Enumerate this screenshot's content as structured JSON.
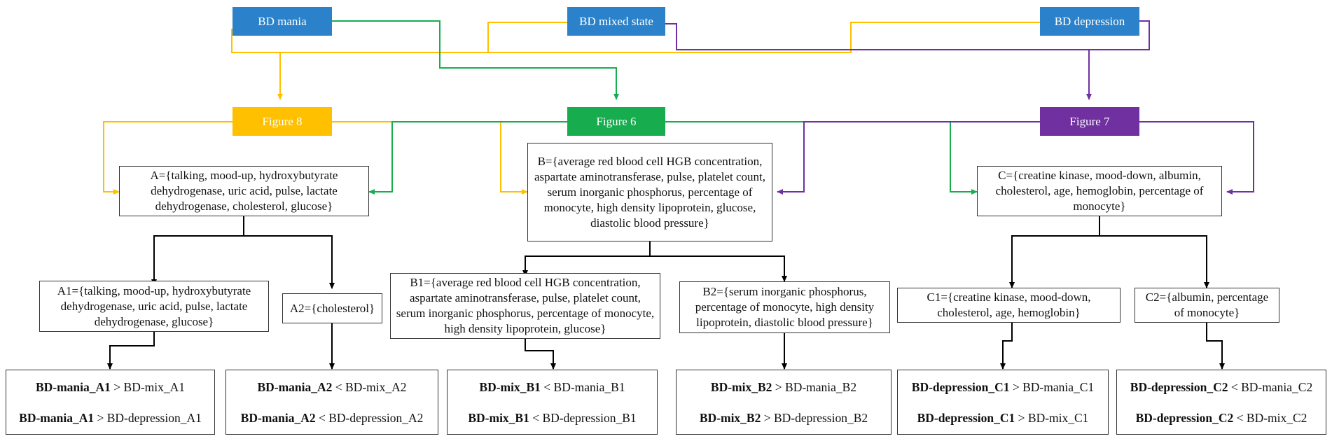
{
  "sources": {
    "mania": "BD mania",
    "mixed": "BD mixed state",
    "depression": "BD depression"
  },
  "figures": {
    "fig8": "Figure 8",
    "fig6": "Figure 6",
    "fig7": "Figure 7"
  },
  "sets": {
    "A": "A={talking, mood-up, hydroxybutyrate dehydrogenase, uric acid, pulse, lactate dehydrogenase, cholesterol, glucose}",
    "B": "B={average red blood cell HGB concentration, aspartate aminotransferase, pulse, platelet count, serum inorganic phosphorus, percentage of monocyte, high density lipoprotein, glucose, diastolic blood pressure}",
    "C": "C={creatine kinase, mood-down, albumin, cholesterol, age, hemoglobin, percentage of monocyte}",
    "A1": "A1={talking, mood-up, hydroxybutyrate dehydrogenase, uric acid, pulse, lactate dehydrogenase, glucose}",
    "A2": "A2={cholesterol}",
    "B1": "B1={average red blood cell HGB concentration, aspartate aminotransferase, pulse, platelet count, serum inorganic phosphorus, percentage of monocyte, high density lipoprotein, glucose}",
    "B2": "B2={serum inorganic phosphorus, percentage of monocyte, high density lipoprotein, diastolic blood pressure}",
    "C1": "C1={creatine kinase, mood-down, cholesterol, age, hemoglobin}",
    "C2": "C2={albumin, percentage of monocyte}"
  },
  "comparisons": {
    "A1": [
      {
        "bold": "BD-mania_A1",
        "op": " > ",
        "rest": "BD-mix_A1"
      },
      {
        "bold": "BD-mania_A1",
        "op": " > ",
        "rest": "BD-depression_A1"
      }
    ],
    "A2": [
      {
        "bold": "BD-mania_A2",
        "op": " < ",
        "rest": "BD-mix_A2"
      },
      {
        "bold": "BD-mania_A2",
        "op": " < ",
        "rest": "BD-depression_A2"
      }
    ],
    "B1": [
      {
        "bold": "BD-mix_B1",
        "op": " < ",
        "rest": "BD-mania_B1"
      },
      {
        "bold": "BD-mix_B1",
        "op": " < ",
        "rest": "BD-depression_B1"
      }
    ],
    "B2": [
      {
        "bold": "BD-mix_B2",
        "op": " > ",
        "rest": "BD-mania_B2"
      },
      {
        "bold": "BD-mix_B2",
        "op": " > ",
        "rest": "BD-depression_B2"
      }
    ],
    "C1": [
      {
        "bold": "BD-depression_C1",
        "op": " > ",
        "rest": "BD-mania_C1"
      },
      {
        "bold": "BD-depression_C1",
        "op": " > ",
        "rest": "BD-mix_C1"
      }
    ],
    "C2": [
      {
        "bold": "BD-depression_C2",
        "op": " < ",
        "rest": "BD-mania_C2"
      },
      {
        "bold": "BD-depression_C2",
        "op": " < ",
        "rest": "BD-mix_C2"
      }
    ]
  },
  "colors": {
    "mania": "#ffc000",
    "mixed": "#17ad4f",
    "depression": "#7030a0",
    "source": "#2b82cb",
    "tree": "#000000"
  }
}
